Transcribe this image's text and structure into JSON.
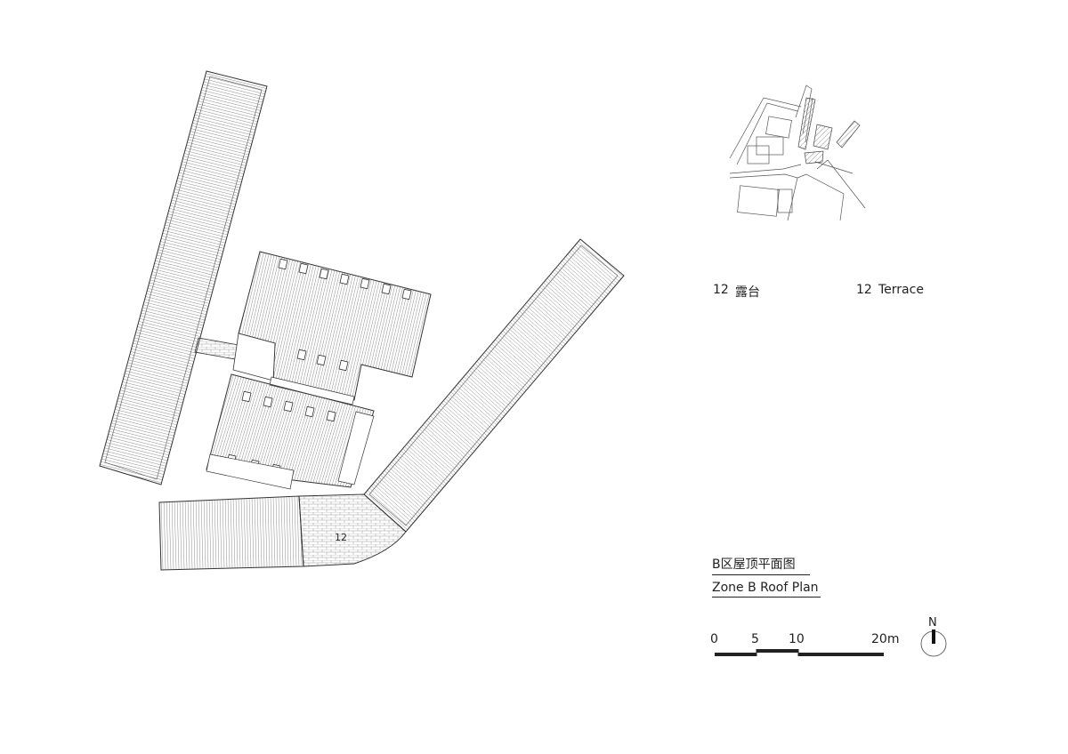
{
  "legend": {
    "cn_number": "12",
    "cn_label": "露台",
    "en_number": "12",
    "en_label": "Terrace"
  },
  "plan_labels": {
    "terrace_number": "12"
  },
  "titles": {
    "cn": "B区屋顶平面图",
    "en": "Zone B Roof Plan"
  },
  "scale": {
    "tick_0": "0",
    "tick_5": "5",
    "tick_10": "10",
    "tick_20": "20m"
  },
  "north": {
    "label": "N"
  },
  "colors": {
    "line": "#333333",
    "hatch": "#8a8a8a"
  }
}
